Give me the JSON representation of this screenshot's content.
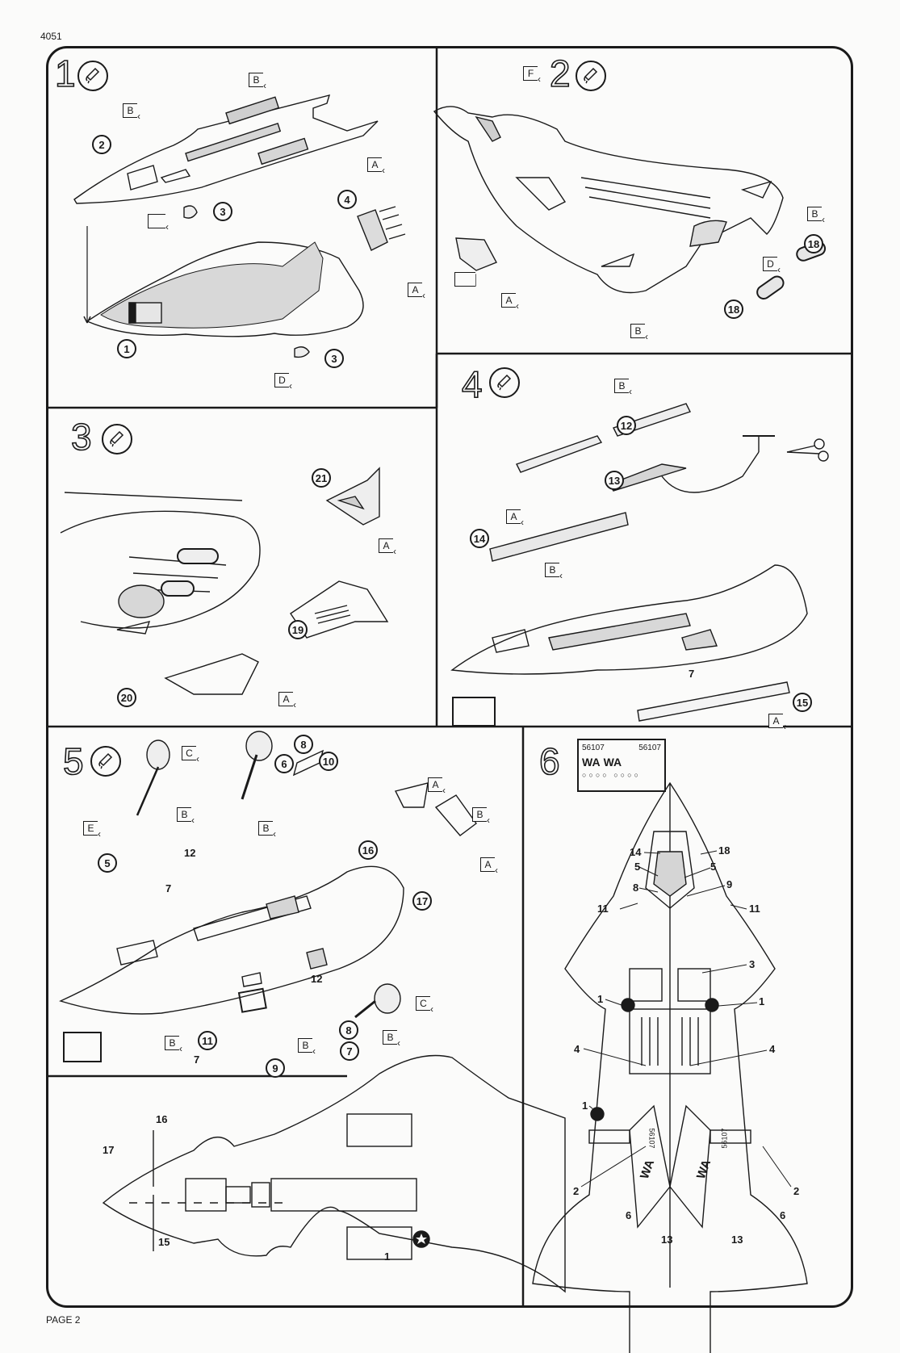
{
  "document": {
    "code": "4051",
    "page_label": "PAGE 2"
  },
  "steps": [
    {
      "number": "1",
      "glue_icon": "glue-tube-icon"
    },
    {
      "number": "2",
      "glue_icon": "glue-tube-icon"
    },
    {
      "number": "3",
      "glue_icon": "glue-tube-icon"
    },
    {
      "number": "4",
      "glue_icon": "glue-tube-icon"
    },
    {
      "number": "5",
      "glue_icon": "glue-tube-icon"
    },
    {
      "number": "6",
      "glue_icon": ""
    }
  ],
  "step1": {
    "parts": [
      "2",
      "3",
      "4",
      "1",
      "3"
    ],
    "color_flags": [
      "B",
      "B",
      "A",
      "A",
      "",
      "D"
    ]
  },
  "step2": {
    "parts": [
      "18",
      "18"
    ],
    "color_flags": [
      "F",
      "",
      "A",
      "B",
      "B",
      "D"
    ]
  },
  "step3": {
    "parts": [
      "21",
      "19",
      "20"
    ],
    "color_flags": [
      "A",
      "A"
    ]
  },
  "step4": {
    "parts": [
      "12",
      "13",
      "14",
      "15"
    ],
    "plain_labels": [
      "7"
    ],
    "color_flags": [
      "B",
      "A",
      "B",
      "A"
    ],
    "icons": [
      "scissors-icon"
    ]
  },
  "step5": {
    "parts": [
      "8",
      "10",
      "6",
      "5",
      "16",
      "17",
      "11",
      "9",
      "7",
      "8"
    ],
    "plain_labels": [
      "12",
      "7",
      "12",
      "7"
    ],
    "color_flags": [
      "C",
      "B",
      "E",
      "B",
      "A",
      "B",
      "A",
      "B",
      "B",
      "C",
      "B"
    ]
  },
  "step6": {
    "decal_sheet": {
      "serials": [
        "56107",
        "56107"
      ],
      "letters": [
        "WA",
        "WA"
      ]
    },
    "top_view_labels": {
      "left": [
        "14",
        "5",
        "8",
        "11",
        "1",
        "4",
        "1",
        "2",
        "6",
        "13"
      ],
      "right": [
        "18",
        "5",
        "9",
        "11",
        "3",
        "1",
        "4",
        "2",
        "6",
        "13"
      ]
    },
    "tail_markings": [
      "WA",
      "56107"
    ]
  },
  "side_view": {
    "labels": [
      "16",
      "17",
      "15",
      "1"
    ]
  }
}
